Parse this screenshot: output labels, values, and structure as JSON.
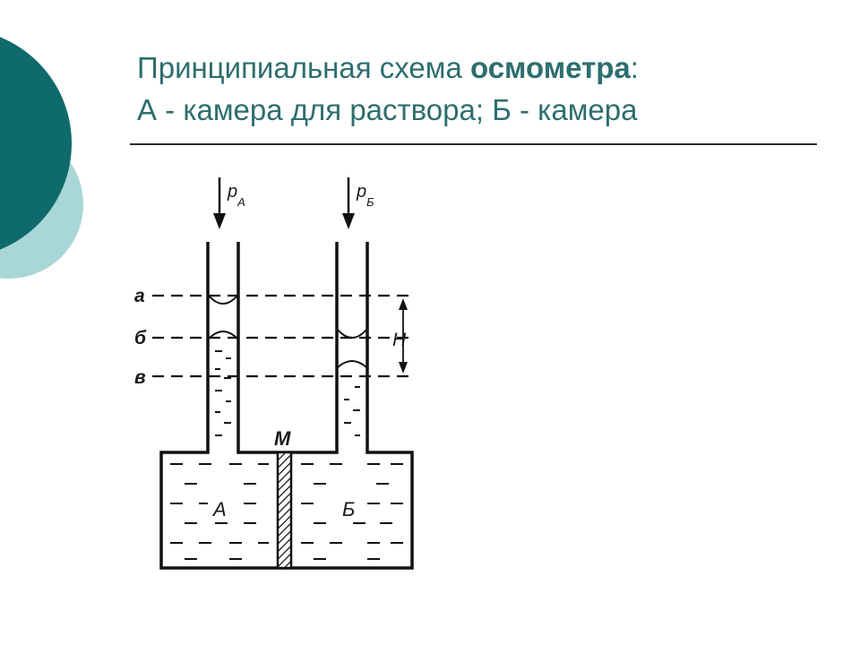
{
  "slide": {
    "title_line1_pre": "Принципиальная схема ",
    "title_line1_bold": "осмометра",
    "title_line1_post": ":",
    "title_line2": "А - камера для раствора; Б - камера"
  },
  "theme": {
    "accent_dark": "#0f6b6b",
    "accent_light": "#9fd0d0",
    "title_color": "#2e6e6e"
  },
  "diagram": {
    "pressure_a_base": "p",
    "pressure_a_sub": "А",
    "pressure_b_base": "p",
    "pressure_b_sub": "Б",
    "level_a": "а",
    "level_b": "б",
    "level_c": "в",
    "height_label": "H",
    "membrane_label": "М",
    "chamber_a_label": "А",
    "chamber_b_label": "Б"
  }
}
